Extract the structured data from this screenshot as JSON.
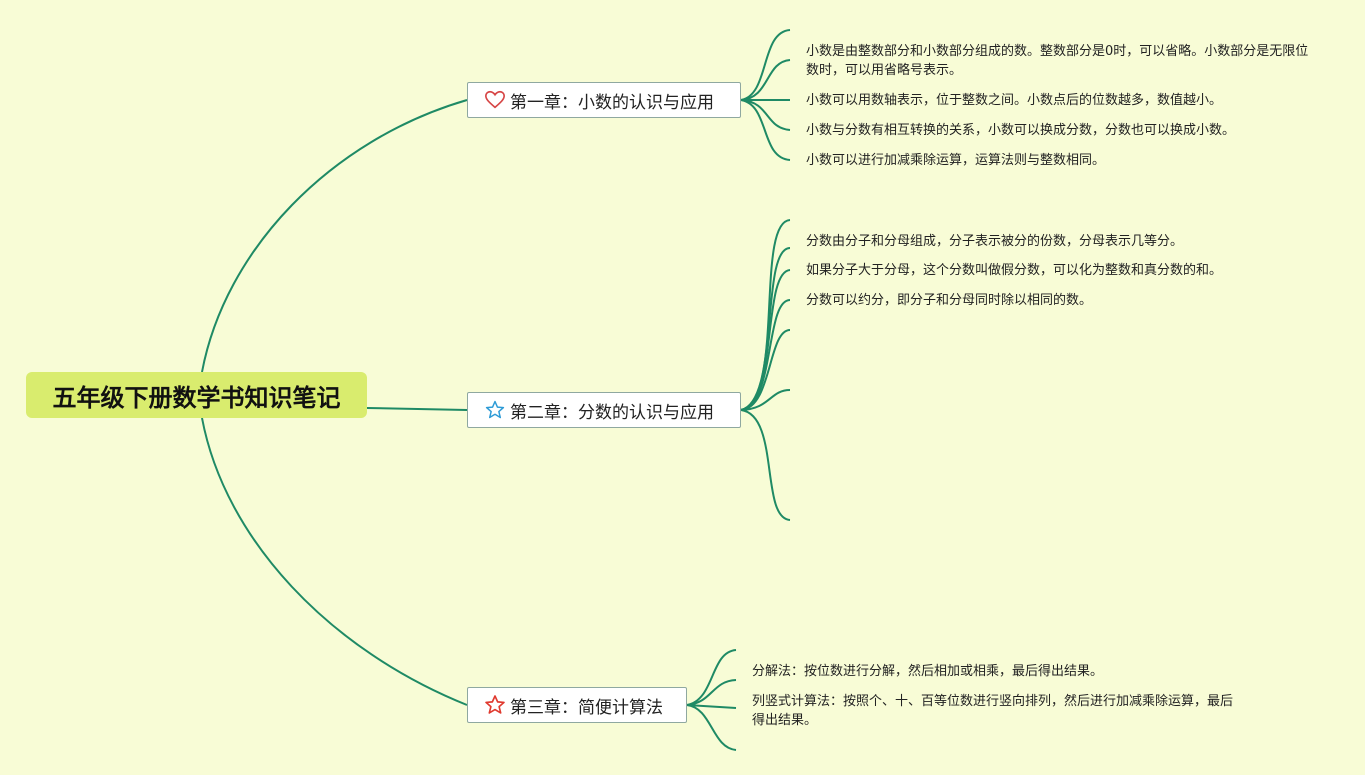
{
  "root": {
    "title": "五年级下册数学书知识笔记"
  },
  "chapters": [
    {
      "label": "第一章：小数的认识与应用",
      "icon": "heart-icon",
      "leaves": [
        "小数是由整数部分和小数部分组成的数。整数部分是0时，可以省略。小数部分是无限位数时，可以用省略号表示。",
        "小数可以用数轴表示，位于整数之间。小数点后的位数越多，数值越小。",
        "小数与分数有相互转换的关系，小数可以换成分数，分数也可以换成小数。",
        "小数可以进行加减乘除运算，运算法则与整数相同。"
      ]
    },
    {
      "label": "第二章：分数的认识与应用",
      "icon": "star-outline-icon",
      "leaves": [
        "分数由分子和分母组成，分子表示被分的份数，分母表示几等分。",
        "如果分子大于分母，这个分数叫做假分数，可以化为整数和真分数的和。",
        "分数可以约分，即分子和分母同时除以相同的数。"
      ]
    },
    {
      "label": "第三章：简便计算法",
      "icon": "star-icon",
      "leaves": [
        "分解法：按位数进行分解，然后相加或相乘，最后得出结果。",
        "列竖式计算法：按照个、十、百等位数进行竖向排列，然后进行加减乘除运算，最后得出结果。"
      ]
    }
  ],
  "colors": {
    "background": "#f8fcd6",
    "root": "#d9ec6e",
    "line": "#1f8a65",
    "heart": "#d64545",
    "star_outline": "#2e9bd6",
    "star": "#e03a2f"
  }
}
